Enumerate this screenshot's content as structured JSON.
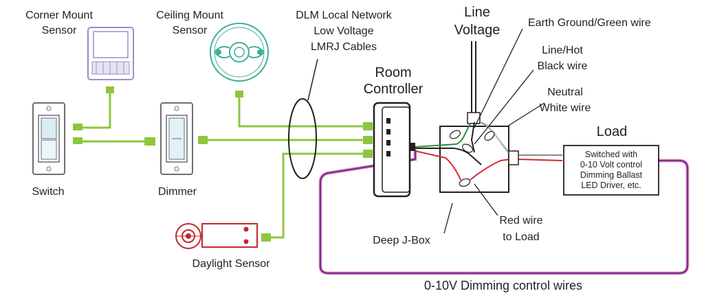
{
  "labels": {
    "corner_sensor": [
      "Corner Mount",
      "Sensor"
    ],
    "ceiling_sensor": [
      "Ceiling Mount",
      "Sensor"
    ],
    "dlm_network": [
      "DLM Local Network",
      "Low Voltage",
      "LMRJ Cables"
    ],
    "line_voltage": [
      "Line",
      "Voltage"
    ],
    "earth_ground": "Earth Ground/Green wire",
    "line_hot": [
      "Line/Hot",
      "Black wire"
    ],
    "neutral": [
      "Neutral",
      "White wire"
    ],
    "room_controller": [
      "Room",
      "Controller"
    ],
    "load": "Load",
    "load_box": [
      "Switched with",
      "0-10 Volt control",
      "Dimming Ballast",
      "LED Driver, etc."
    ],
    "switch": "Switch",
    "dimmer": "Dimmer",
    "daylight_sensor": "Daylight Sensor",
    "deep_jbox": "Deep J-Box",
    "red_wire": [
      "Red wire",
      "to Load"
    ],
    "dimming_wires": "0-10V Dimming control wires"
  },
  "colors": {
    "lmrj_cable": "#8dc63f",
    "device_gray": "#6d6e71",
    "device_blue": "#9b8ec7",
    "device_teal": "#3fae9c",
    "device_red": "#c1272d",
    "dim_purple": "#7b2d8e",
    "dim_pink": "#e8a0c8",
    "hot_black": "#231f20",
    "ground_green": "#2e8b3e",
    "red_wire": "#d7262e"
  }
}
